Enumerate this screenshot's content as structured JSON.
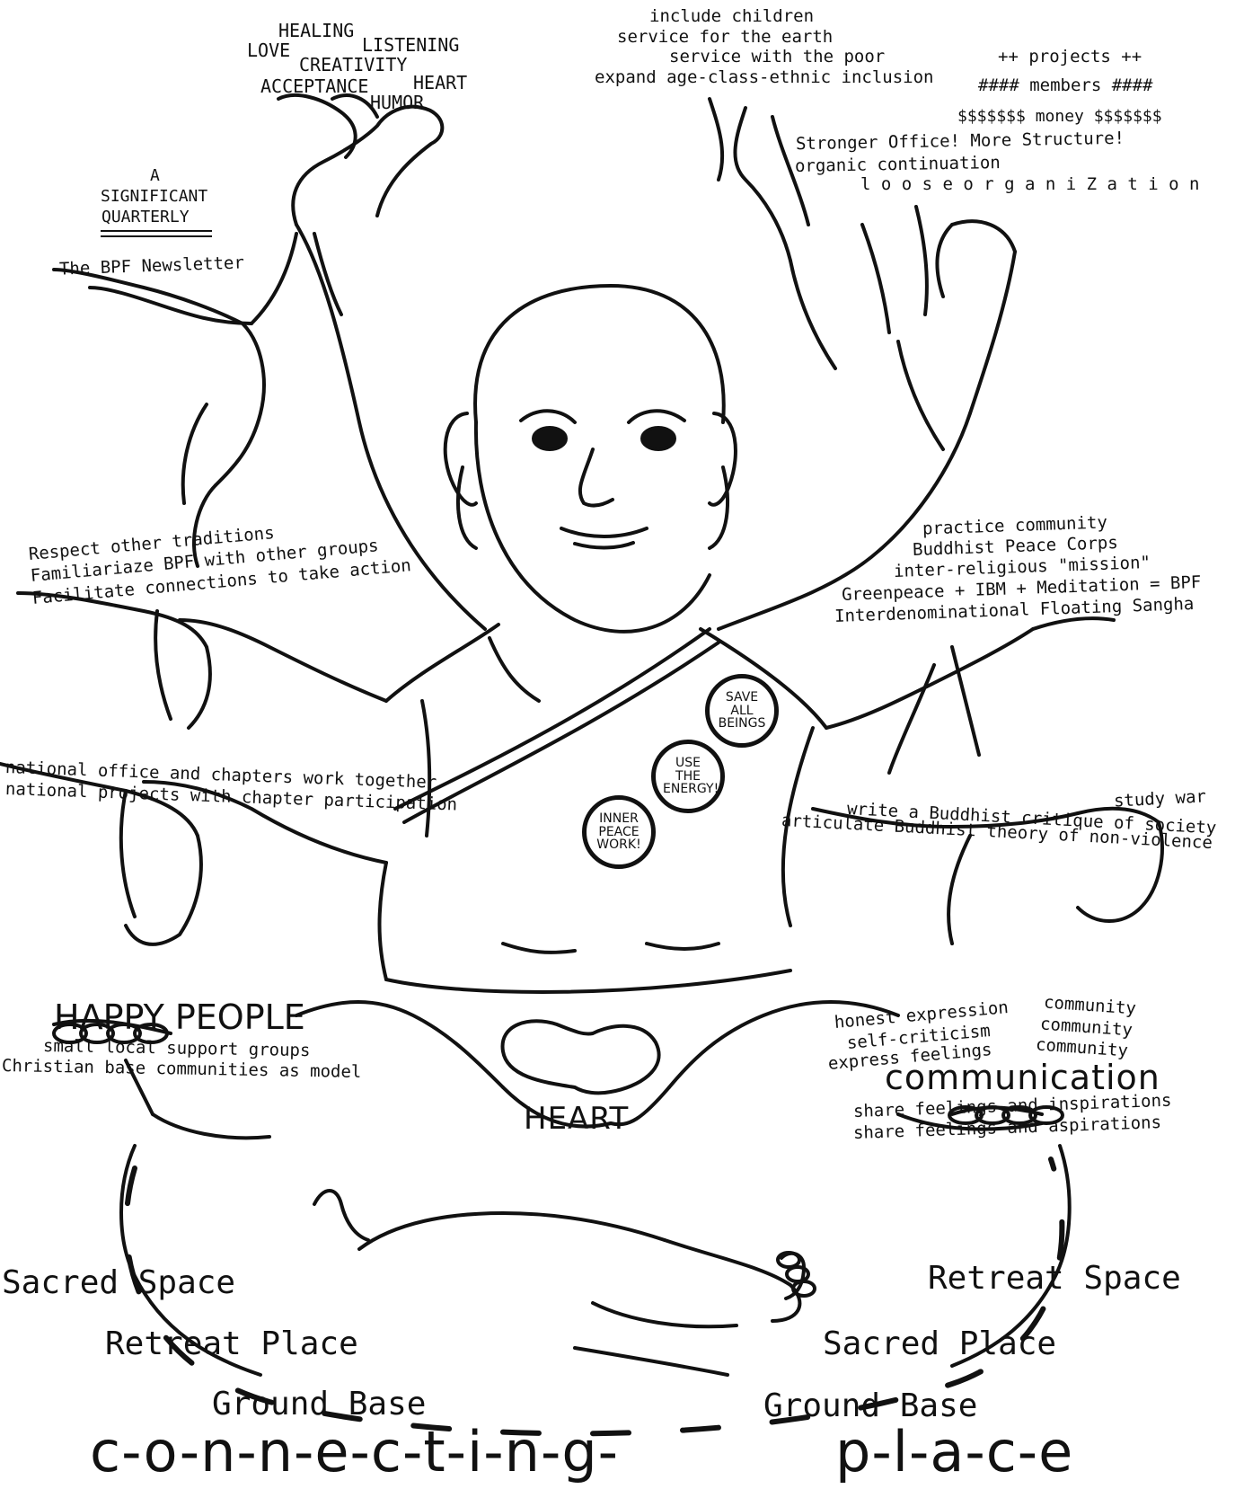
{
  "top_left": {
    "healing": "HEALING",
    "love": "LOVE",
    "listening": "LISTENING",
    "creativity": "CREATIVITY",
    "acceptance": "ACCEPTANCE",
    "heart": "HEART",
    "humor": "HUMOR"
  },
  "newsletter": {
    "a": "A",
    "significant": "SIGNIFICANT",
    "quarterly": "QUARTERLY",
    "title": "The  BPF  Newsletter"
  },
  "top_center": {
    "line1": "include children",
    "line2": "service for the earth",
    "line3": "service with the poor",
    "line4": "expand age-class-ethnic inclusion"
  },
  "top_right": {
    "projects": "++  projects  ++",
    "members": "####  members  ####",
    "money": "$$$$$$$  money   $$$$$$$"
  },
  "structure": {
    "line1": "Stronger Office!  More Structure!",
    "line2": "organic continuation",
    "line3": "l o o s e  o r g a n i Z a t i o n"
  },
  "left_mid": {
    "line1": "Respect other traditions",
    "line2": "Familiariaze BPF with other groups",
    "line3": "Facilitate connections to take action"
  },
  "right_mid": {
    "line1": "practice community",
    "line2": "Buddhist  Peace Corps",
    "line3": "inter-religious \"mission\"",
    "line4": "Greenpeace + IBM + Meditation = BPF",
    "line5": "Interdenominational  Floating  Sangha"
  },
  "left_lower": {
    "line1": "national office and chapters work together",
    "line2": "national projects with chapter participation"
  },
  "right_lower": {
    "study": "study  war",
    "line1": "write a Buddhist critique of society",
    "line2": "articulate Buddhist theory of non-violence"
  },
  "badges": {
    "save": "SAVE ALL BEINGS",
    "energy": "USE THE ENERGY!",
    "inner": "INNER PEACE WORK!"
  },
  "happy": {
    "title": "HAPPY PEOPLE",
    "line1": "small local support groups",
    "line2": "Christian base communities as model"
  },
  "communication": {
    "line1": "honest expression",
    "line2": "self-criticism",
    "line3": "express feelings",
    "community1": "community",
    "community2": "community",
    "community3": "community",
    "title": "communication",
    "line4": "share feelings and inspirations",
    "line5": "share feelings and  aspirations"
  },
  "heart_label": "HEART",
  "base_left": {
    "sacred_space": "Sacred  Space",
    "retreat_place": "Retreat Place",
    "ground_base": "Ground Base"
  },
  "base_right": {
    "retreat_space": "Retreat Space",
    "sacred_place": "Sacred  Place",
    "ground_base": "Ground Base"
  },
  "footer": {
    "connecting": "c-o-n-n-e-c-t-i-n-g-",
    "place": "p-l-a-c-e"
  }
}
